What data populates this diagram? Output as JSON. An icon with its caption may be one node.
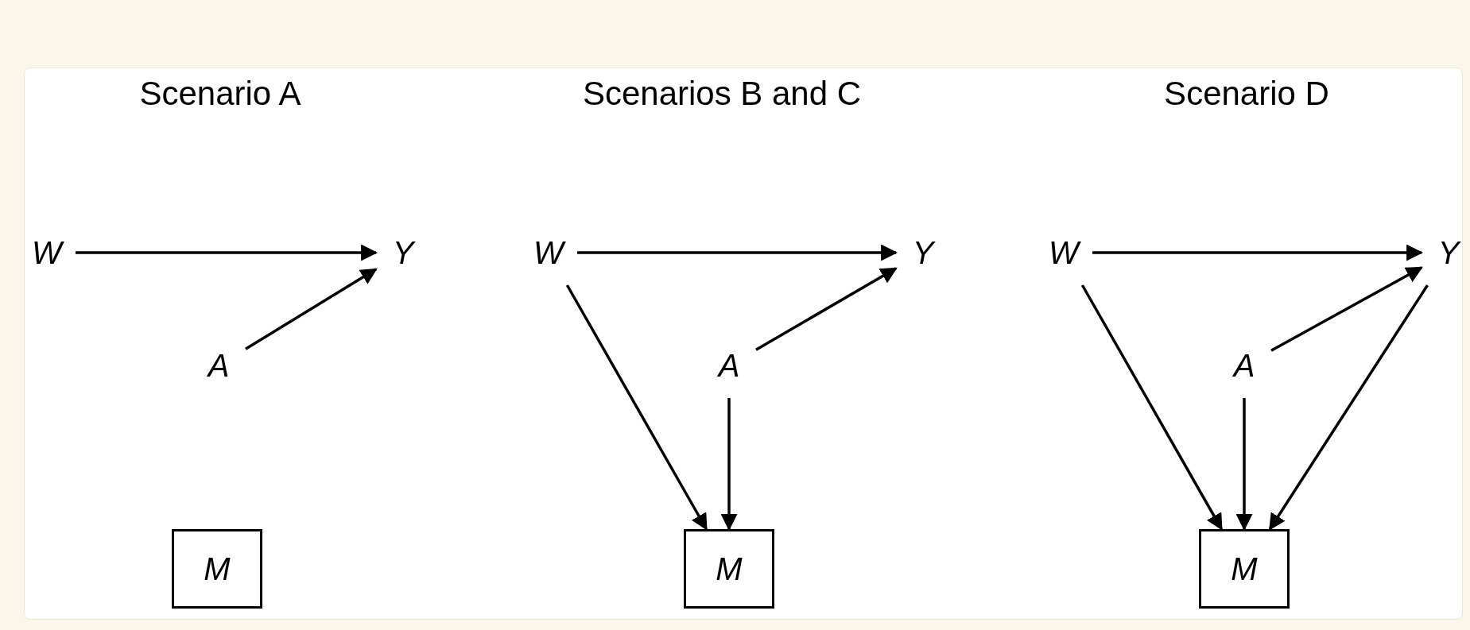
{
  "diagram": {
    "nodes": [
      {
        "text": [
          "W"
        ]
      },
      {
        "text": [
          "Y"
        ]
      },
      {
        "text": [
          "A"
        ]
      },
      {
        "text": [
          "M"
        ]
      },
      {
        "text": [
          "W"
        ]
      },
      {
        "text": [
          "Y"
        ]
      },
      {
        "text": [
          "A"
        ]
      },
      {
        "text": [
          "M"
        ]
      },
      {
        "text": [
          "W"
        ]
      },
      {
        "text": [
          "Y"
        ]
      },
      {
        "text": [
          "A"
        ]
      },
      {
        "text": [
          "M"
        ]
      }
    ],
    "edges": [
      {
        "from": 0,
        "to": 1,
        "arrow": "to"
      },
      {
        "from": 2,
        "to": 1,
        "arrow": "to"
      },
      {
        "from": 4,
        "to": 5,
        "arrow": "to"
      },
      {
        "from": 6,
        "to": 5,
        "arrow": "to"
      },
      {
        "from": 4,
        "to": 7,
        "arrow": "to"
      },
      {
        "from": 6,
        "to": 7,
        "arrow": "to"
      },
      {
        "from": 8,
        "to": 9,
        "arrow": "to"
      },
      {
        "from": 10,
        "to": 9,
        "arrow": "to"
      },
      {
        "from": 8,
        "to": 11,
        "arrow": "to"
      },
      {
        "from": 10,
        "to": 11,
        "arrow": "to"
      },
      {
        "from": 9,
        "to": 11,
        "arrow": "to"
      }
    ],
    "labels": [
      "Scenario A",
      "Scenarios B and C",
      "Scenario D"
    ]
  }
}
